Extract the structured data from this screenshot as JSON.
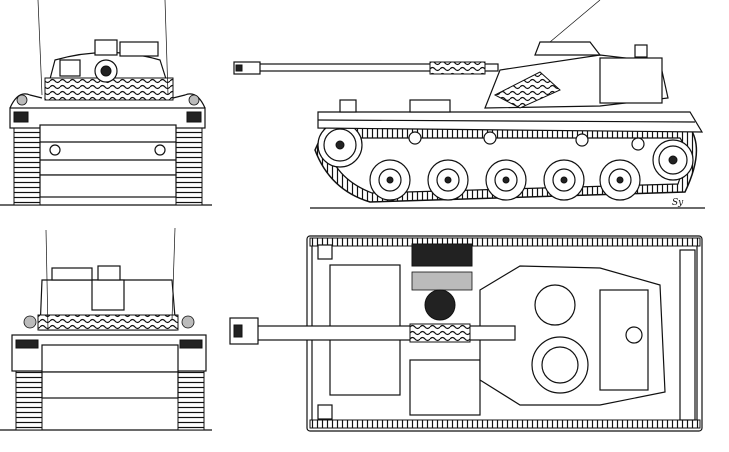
{
  "drawing": {
    "views": [
      {
        "name": "front-view"
      },
      {
        "name": "side-view"
      },
      {
        "name": "rear-view"
      },
      {
        "name": "top-view"
      }
    ],
    "colors": {
      "line": "#111111",
      "background": "#ffffff",
      "shade": "#bbbbbb"
    },
    "road_wheels_per_side": 5,
    "artist_signature": "Sy"
  }
}
